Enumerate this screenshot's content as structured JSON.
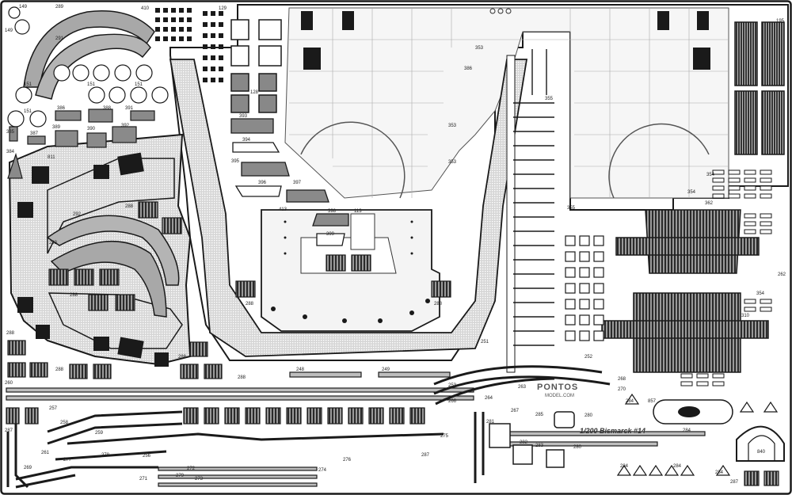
{
  "sheet": {
    "brand": "PONTOS",
    "website": "MODEL.COM",
    "product": "1/200 Bismarck #14",
    "colors": {
      "background": "#ffffff",
      "metal": "#e9e9e9",
      "part": "#9a9a9a",
      "dark": "#1a1a1a",
      "deck": "#cfcfcf"
    }
  },
  "parts": {
    "lbl_149a": "149",
    "lbl_149b": "149",
    "lbl_289": "289",
    "lbl_291": "291",
    "lbl_410": "410",
    "lbl_129": "129",
    "lbl_151a": "151",
    "lbl_151b": "151",
    "lbl_151c": "151",
    "lbl_151d": "151",
    "lbl_386": "386",
    "lbl_388": "388",
    "lbl_391": "391",
    "lbl_389": "389",
    "lbl_390": "390",
    "lbl_392": "392",
    "lbl_385": "385",
    "lbl_387": "387",
    "lbl_384": "384",
    "lbl_811": "811",
    "lbl_292": "292",
    "lbl_293": "293",
    "lbl_288a": "288",
    "lbl_288b": "288",
    "lbl_288c": "288",
    "lbl_288d": "288",
    "lbl_288e": "288",
    "lbl_288f": "288",
    "lbl_288g": "288",
    "lbl_288h": "288",
    "lbl_128": "128",
    "lbl_393": "393",
    "lbl_394": "394",
    "lbl_395": "395",
    "lbl_396": "396",
    "lbl_397": "397",
    "lbl_413": "413",
    "lbl_398": "398",
    "lbl_113": "113",
    "lbl_399": "399",
    "lbl_353a": "353",
    "lbl_386b": "386",
    "lbl_355a": "355",
    "lbl_355b": "355",
    "lbl_353b": "353",
    "lbl_353c": "353",
    "lbl_354a": "354",
    "lbl_354b": "354",
    "lbl_354c": "354",
    "lbl_362": "362",
    "lbl_262": "262",
    "lbl_310": "310",
    "lbl_195": "195",
    "lbl_251": "251",
    "lbl_252": "252",
    "lbl_248": "248",
    "lbl_249": "249",
    "lbl_253": "253",
    "lbl_263": "263",
    "lbl_264": "264",
    "lbl_285": "285",
    "lbl_280a": "280",
    "lbl_280b": "280",
    "lbl_281": "281",
    "lbl_282": "282",
    "lbl_283": "283",
    "lbl_267": "267",
    "lbl_268": "268",
    "lbl_270": "270",
    "lbl_284a": "284",
    "lbl_284b": "284",
    "lbl_284c": "284",
    "lbl_284d": "284",
    "lbl_284e": "284",
    "lbl_840": "840",
    "lbl_857": "857",
    "lbl_287a": "287",
    "lbl_287b": "287",
    "lbl_287c": "287",
    "lbl_257": "257",
    "lbl_258": "258",
    "lbl_259": "259",
    "lbl_260": "260",
    "lbl_261": "261",
    "lbl_271": "271",
    "lbl_272": "272",
    "lbl_273": "273",
    "lbl_274": "274",
    "lbl_275": "275",
    "lbl_276": "276",
    "lbl_277": "277",
    "lbl_278": "278",
    "lbl_279": "279",
    "lbl_269": "269",
    "lbl_256": "256",
    "lbl_266": "266"
  }
}
